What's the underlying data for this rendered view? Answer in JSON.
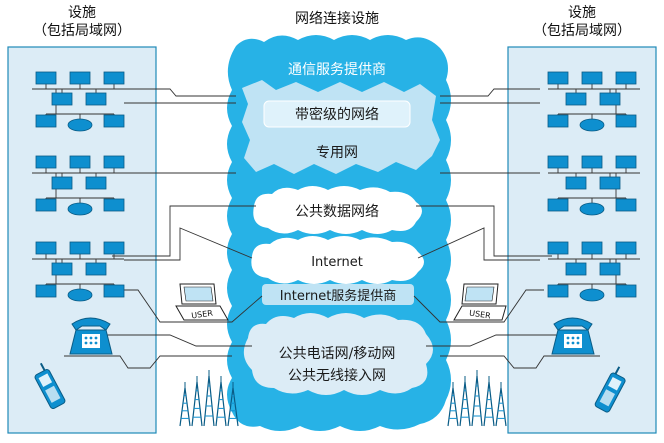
{
  "diagram": {
    "left_site_title": "设施",
    "left_site_subtitle": "（包括局域网）",
    "right_site_title": "设施",
    "right_site_subtitle": "（包括局域网）",
    "center_title": "网络连接设施",
    "center_cloud_label": "通信服务提供商",
    "secure_network": "带密级的网络",
    "private_network": "专用网",
    "public_data_network": "公共数据网络",
    "internet": "Internet",
    "isp": "Internet服务提供商",
    "pstn_line1": "公共电话网/移动网",
    "pstn_line2": "公共无线接入网",
    "user_label": "USER"
  },
  "colors": {
    "panel": "#dcecf6",
    "panel_border": "#1f8ab8",
    "cloud": "#27b2e6",
    "band": "#bfe3f4",
    "node": "#0e8fcf",
    "line": "#333333"
  }
}
